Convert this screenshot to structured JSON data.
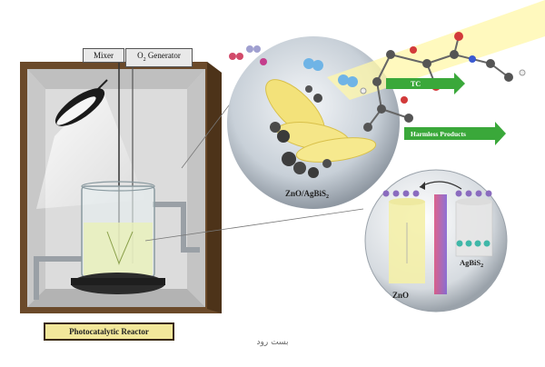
{
  "diagram": {
    "mixer_label": "Mixer",
    "o2_generator_label": "O",
    "o2_generator_sub": "2",
    "o2_generator_suffix": " Generator",
    "reactor_label": "Photocatalytic Reactor",
    "tc_label": "TC",
    "harmless_label": "Harmless Products",
    "composite_label": "ZnO/AgBiS",
    "composite_sub": "2",
    "zno_label": "ZnO",
    "agbis_label": "AgBiS",
    "agbis_sub": "2"
  },
  "watermark": "بست رود",
  "colors": {
    "cabinet_wood": "#6b4a2a",
    "cabinet_interior": "#d9d9d9",
    "label_yellow": "#f2e79a",
    "arrow_green": "#3aa83a",
    "flake_yellow": "#f3e27a",
    "zno_yellow": "#f4f0a8",
    "electron_purple": "#8a6bbf",
    "hole_teal": "#3fb7a8"
  }
}
